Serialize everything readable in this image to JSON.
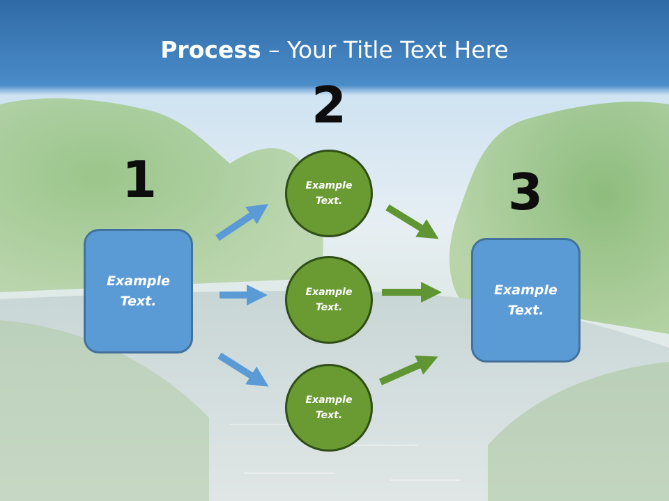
{
  "title": {
    "bold": "Process",
    "rest": " – Your Title Text Here"
  },
  "steps": [
    {
      "number": "1",
      "text": "Example Text."
    },
    {
      "number": "2",
      "items": [
        "Example Text.",
        "Example Text.",
        "Example Text."
      ]
    },
    {
      "number": "3",
      "text": "Example Text."
    }
  ],
  "colors": {
    "box_fill": "#5b9bd5",
    "box_border": "#41719c",
    "circle_fill": "#6a9b32",
    "circle_border": "#2f4d17",
    "arrow_blue": "#5b9bd5",
    "arrow_green": "#5f9633",
    "title_band": "#4a8cc8"
  }
}
